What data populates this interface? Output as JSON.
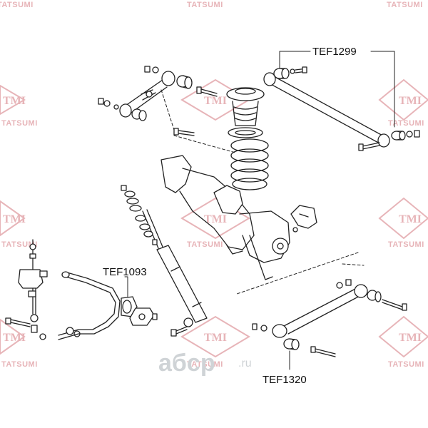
{
  "watermark": {
    "brand": "TATSUMI",
    "logo_text": "TMI",
    "color": "#e7b4b8"
  },
  "site_watermark": {
    "text": "aбcp",
    "tld": ".ru",
    "color": "#cfd3d6"
  },
  "callouts": {
    "upper_control_arm": "TEF1299",
    "stabilizer_bushing": "TEF1093",
    "lower_control_arm": "TEF1320"
  },
  "line_color": "#222222"
}
